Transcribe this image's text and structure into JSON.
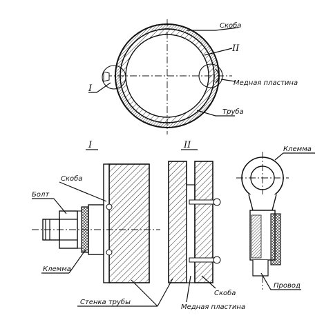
{
  "top_view": {
    "label_clamp": "Скоба",
    "label_section_2": "II",
    "label_copper_plate": "Медная пластина",
    "label_section_1": "I",
    "label_pipe": "Труба"
  },
  "section_1": {
    "title": "I",
    "label_clamp": "Скоба",
    "label_bolt": "Болт",
    "label_lug": "Клемма"
  },
  "section_2": {
    "title": "II",
    "label_clamp": "Скоба",
    "label_copper_plate": "Медная пластина"
  },
  "terminal": {
    "label_lug": "Клемма",
    "label_wire": "Провод"
  },
  "common": {
    "label_pipe_wall": "Стенка трубы"
  }
}
